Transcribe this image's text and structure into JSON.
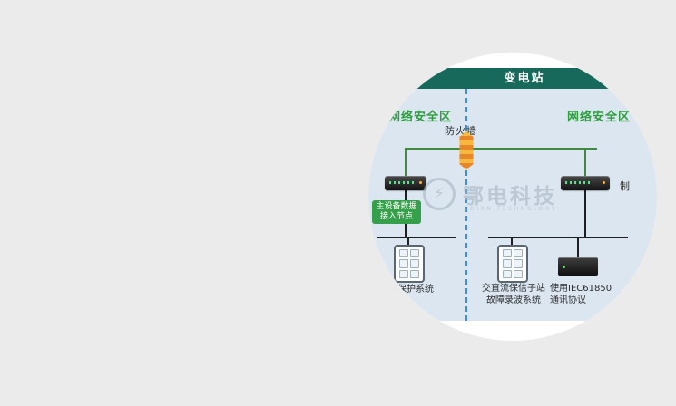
{
  "page": {
    "background_color": "#ebebeb"
  },
  "diagram": {
    "title": "变电站",
    "zone_left": "网络安全区",
    "zone_right": "网络安全区",
    "firewall_label": "防火墙",
    "access_node_line1": "主设备数据",
    "access_node_line2": "接入节点",
    "edge_partial_label": "制",
    "label_left_system": "保护系统",
    "label_center_line1": "交直流保信子站",
    "label_center_line2": "故障录波系统",
    "label_right_line1": "使用IEC61850",
    "label_right_line2": "通讯协议",
    "watermark_brand": "鄂电科技",
    "watermark_sub": "EDIAN TECHNOLOGY",
    "watermark_bolt": "⚡",
    "colors": {
      "header_teal": "#17695c",
      "canvas_blue": "#dbe6f1",
      "zone_green": "#2f9e3f",
      "bus_green": "#3f8a3f",
      "divider_blue": "#3f8fd1",
      "cable_black": "#1f1f1f",
      "firewall_orange": "#e8862a",
      "access_chip_green": "#35a04a",
      "watermark_gray": "#a9b6c2"
    }
  }
}
